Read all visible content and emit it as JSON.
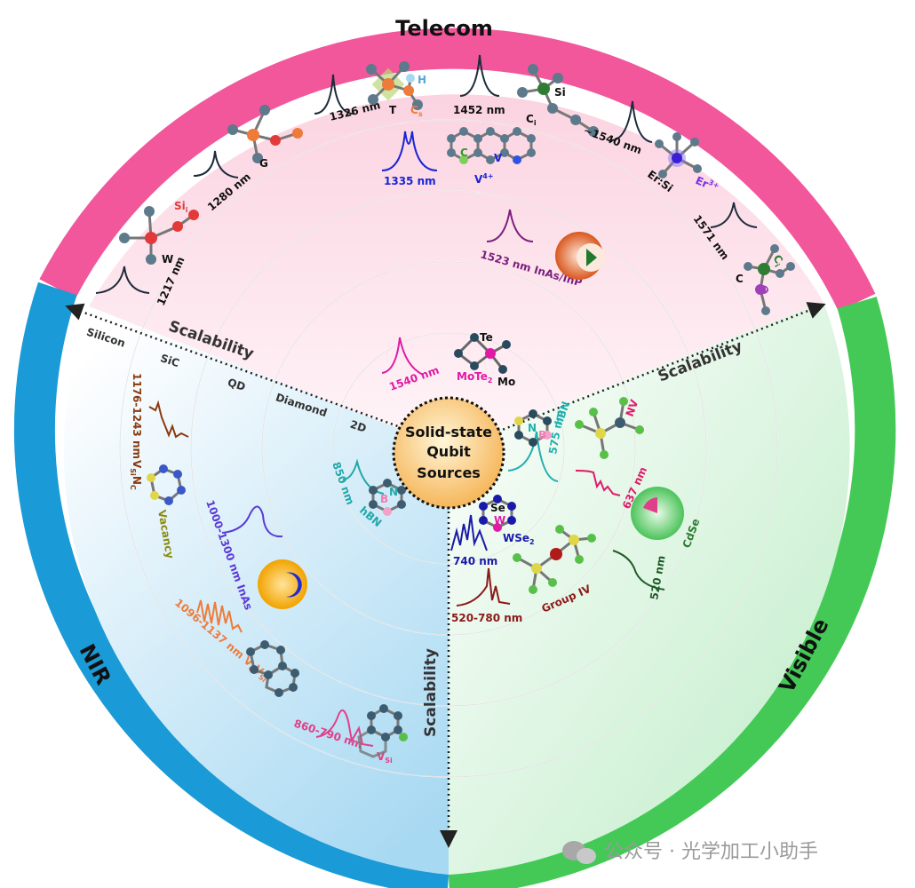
{
  "center": {
    "lines": [
      "Solid-state",
      "Qubit",
      "Sources"
    ]
  },
  "sectors": {
    "telecom": {
      "label": "Telecom",
      "color": "#f2569b"
    },
    "nir": {
      "label": "NIR",
      "color": "#1a9ad6"
    },
    "visible": {
      "label": "Visible",
      "color": "#44c956"
    }
  },
  "scalability": [
    "Scalability",
    "Scalability",
    "Scalability"
  ],
  "layers": [
    "Silicon",
    "SiC",
    "QD",
    "Diamond",
    "2D"
  ],
  "telecom_items": [
    {
      "wavelength": "1217 nm",
      "defect": "W",
      "atom": "Si",
      "atom_sub": "i"
    },
    {
      "wavelength": "1280 nm",
      "defect": "G"
    },
    {
      "wavelength": "1326 nm",
      "defect": "T",
      "atom": "C",
      "atom_sub": "s",
      "extra": "H"
    },
    {
      "wavelength": "1452 nm",
      "defect": "C",
      "defect_sub": "i",
      "atom": "Si"
    },
    {
      "wavelength": "~1540 nm",
      "defect": "Er:Si",
      "atom": "Er",
      "atom_sup": "3+"
    },
    {
      "wavelength": "1571 nm",
      "defect": "C",
      "atom": "C",
      "atom_sub": "i",
      "extra": "O"
    },
    {
      "wavelength": "1335 nm",
      "defect": "V",
      "defect_sup": "4+",
      "atom": "V",
      "extra": "C"
    },
    {
      "wavelength": "1523 nm",
      "defect": "InAs/InP"
    },
    {
      "wavelength": "1540 nm",
      "defect": "MoTe",
      "defect_sub": "2",
      "atom": "Mo",
      "extra": "Te"
    }
  ],
  "nir_items": [
    {
      "wavelength": "1176-1243 nm",
      "defect": "V",
      "defect_sub": "Si",
      "defect2": "N",
      "defect2_sub": "C"
    },
    {
      "defect": "Vacancy"
    },
    {
      "wavelength": "1000-1300 nm",
      "defect": "InAs"
    },
    {
      "wavelength": "1096-1137 nm",
      "defect": "V",
      "defect_sub": "C",
      "defect2": "V",
      "defect2_sub": "Si"
    },
    {
      "wavelength": "860-790 nm",
      "defect": "V",
      "defect_sub": "Si"
    },
    {
      "wavelength": "850 nm",
      "defect": "hBN",
      "atoms": [
        "B",
        "N"
      ]
    }
  ],
  "visible_items": [
    {
      "wavelength": "575 nm",
      "defect": "hBN",
      "atoms": [
        "N",
        "B"
      ]
    },
    {
      "defect": "NV"
    },
    {
      "wavelength": "637 nm"
    },
    {
      "defect": "CdSe"
    },
    {
      "wavelength": "520 nm"
    },
    {
      "wavelength": "740 nm",
      "defect": "WSe",
      "defect_sub": "2",
      "atoms": [
        "Se",
        "W"
      ]
    },
    {
      "wavelength": "520-780 nm",
      "defect": "Group IV"
    }
  ],
  "watermark": "公众号 · 光学加工小助手"
}
